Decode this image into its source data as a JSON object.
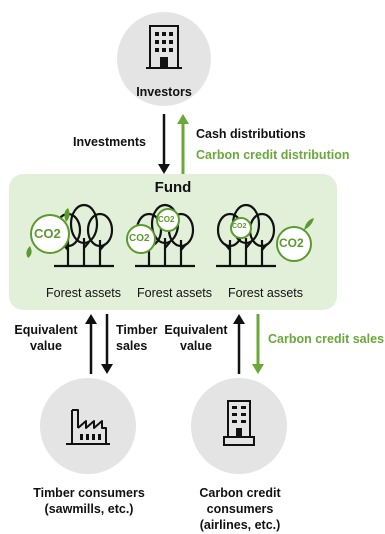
{
  "investors": {
    "label": "Investors",
    "icon": "office-building-icon"
  },
  "fund": {
    "label": "Fund"
  },
  "forest_assets": [
    "Forest assets",
    "Forest assets",
    "Forest assets"
  ],
  "co2_label": "CO2",
  "flows": {
    "investments": "Investments",
    "cash_distributions": "Cash distributions",
    "carbon_credit_distribution": "Carbon credit distribution",
    "equivalent_value_left": [
      "Equivalent",
      "value"
    ],
    "timber_sales": [
      "Timber",
      "sales"
    ],
    "equivalent_value_right": [
      "Equivalent",
      "value"
    ],
    "carbon_credit_sales": "Carbon credit sales"
  },
  "timber_consumers": {
    "lines": [
      "Timber consumers",
      "(sawmills, etc.)"
    ],
    "icon": "factory-icon"
  },
  "carbon_consumers": {
    "lines": [
      "Carbon credit",
      "consumers",
      "(airlines, etc.)"
    ],
    "icon": "building-icon"
  },
  "colors": {
    "green": "#6aa83a",
    "dark": "#111111",
    "circle": "#e4e4e4",
    "fund_bg": "#e2f0d9"
  }
}
